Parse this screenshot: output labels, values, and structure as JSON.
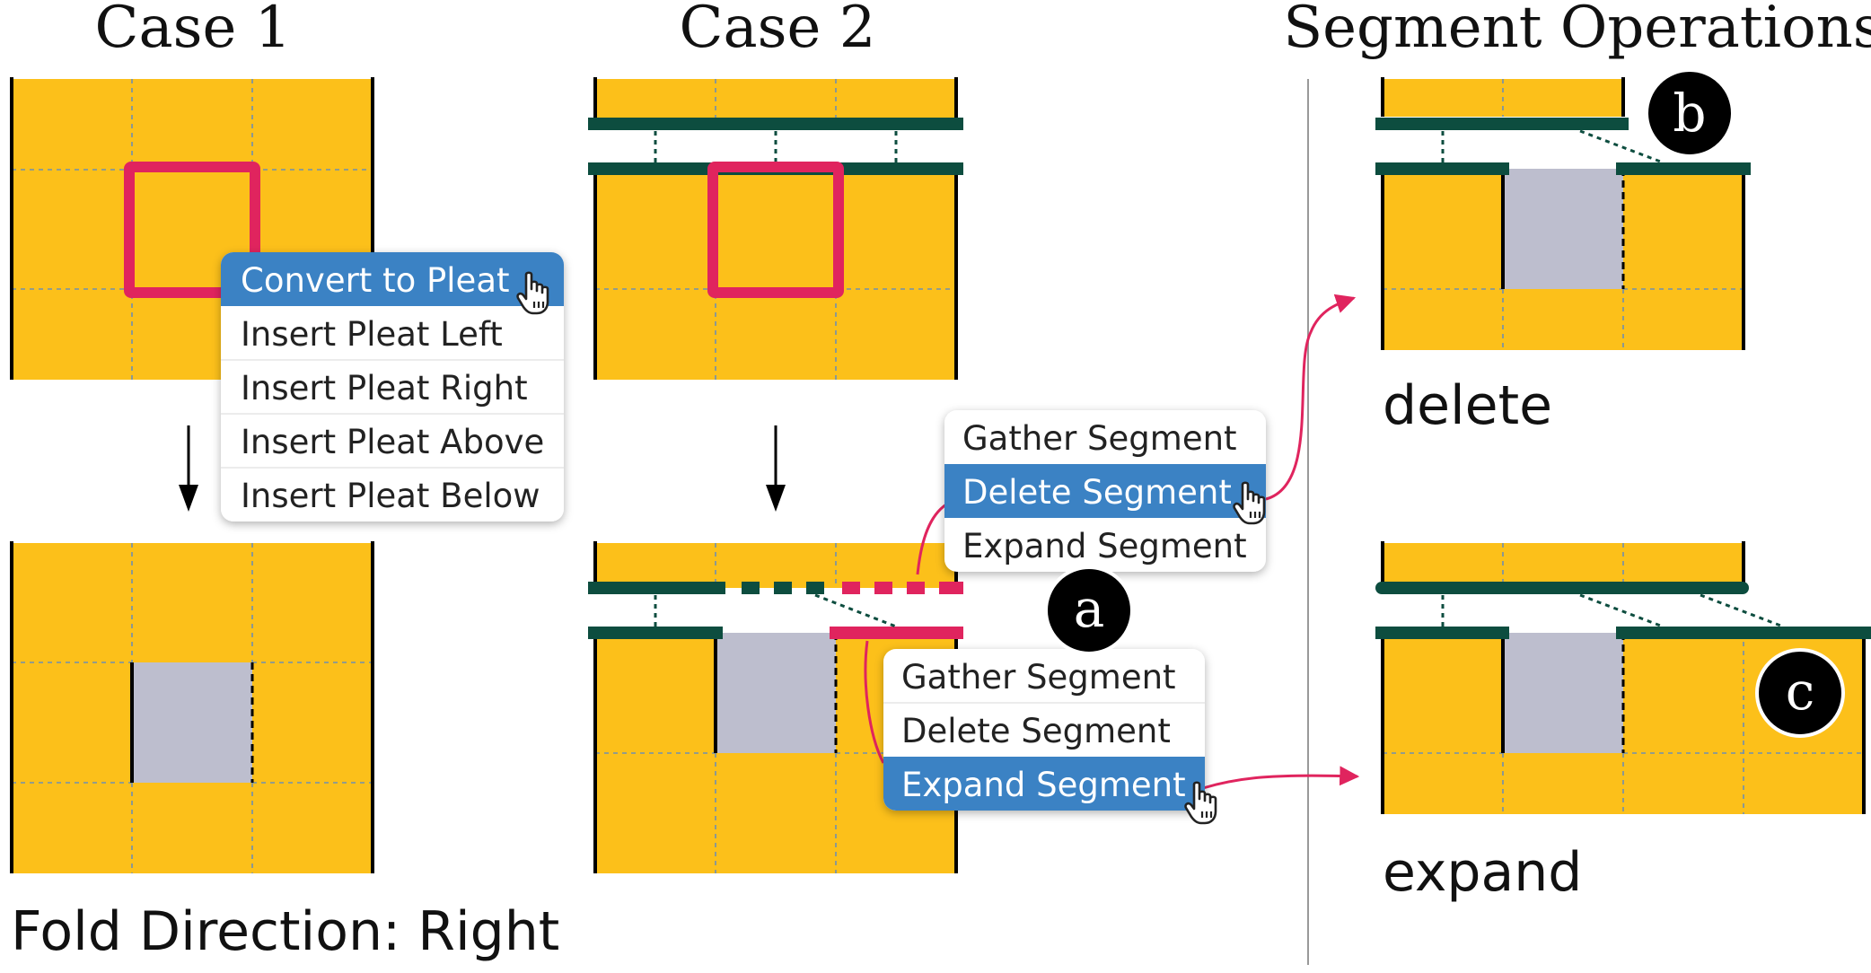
{
  "headings": {
    "case1": "Case 1",
    "case2": "Case 2",
    "segment_ops": "Segment Operations"
  },
  "caption": "Fold Direction: Right",
  "labels": {
    "delete": "delete",
    "expand": "expand"
  },
  "badges": {
    "a": "a",
    "b": "b",
    "c": "c"
  },
  "pleat_menu": {
    "items": [
      "Convert to Pleat",
      "Insert Pleat Left",
      "Insert Pleat Right",
      "Insert Pleat Above",
      "Insert Pleat Below"
    ],
    "selected": "Convert to Pleat"
  },
  "segment_menu_upper": {
    "items": [
      "Gather Segment",
      "Delete Segment",
      "Expand Segment"
    ],
    "selected": "Delete Segment"
  },
  "segment_menu_lower": {
    "items": [
      "Gather Segment",
      "Delete Segment",
      "Expand Segment"
    ],
    "selected": "Expand Segment"
  },
  "colors": {
    "fabric": "#FCC01A",
    "pleat_gap": "#BDBECE",
    "segment_bar": "#0D4D3F",
    "selection": "#E0245E",
    "menu_highlight": "#3B82C4",
    "badge": "#000000"
  }
}
